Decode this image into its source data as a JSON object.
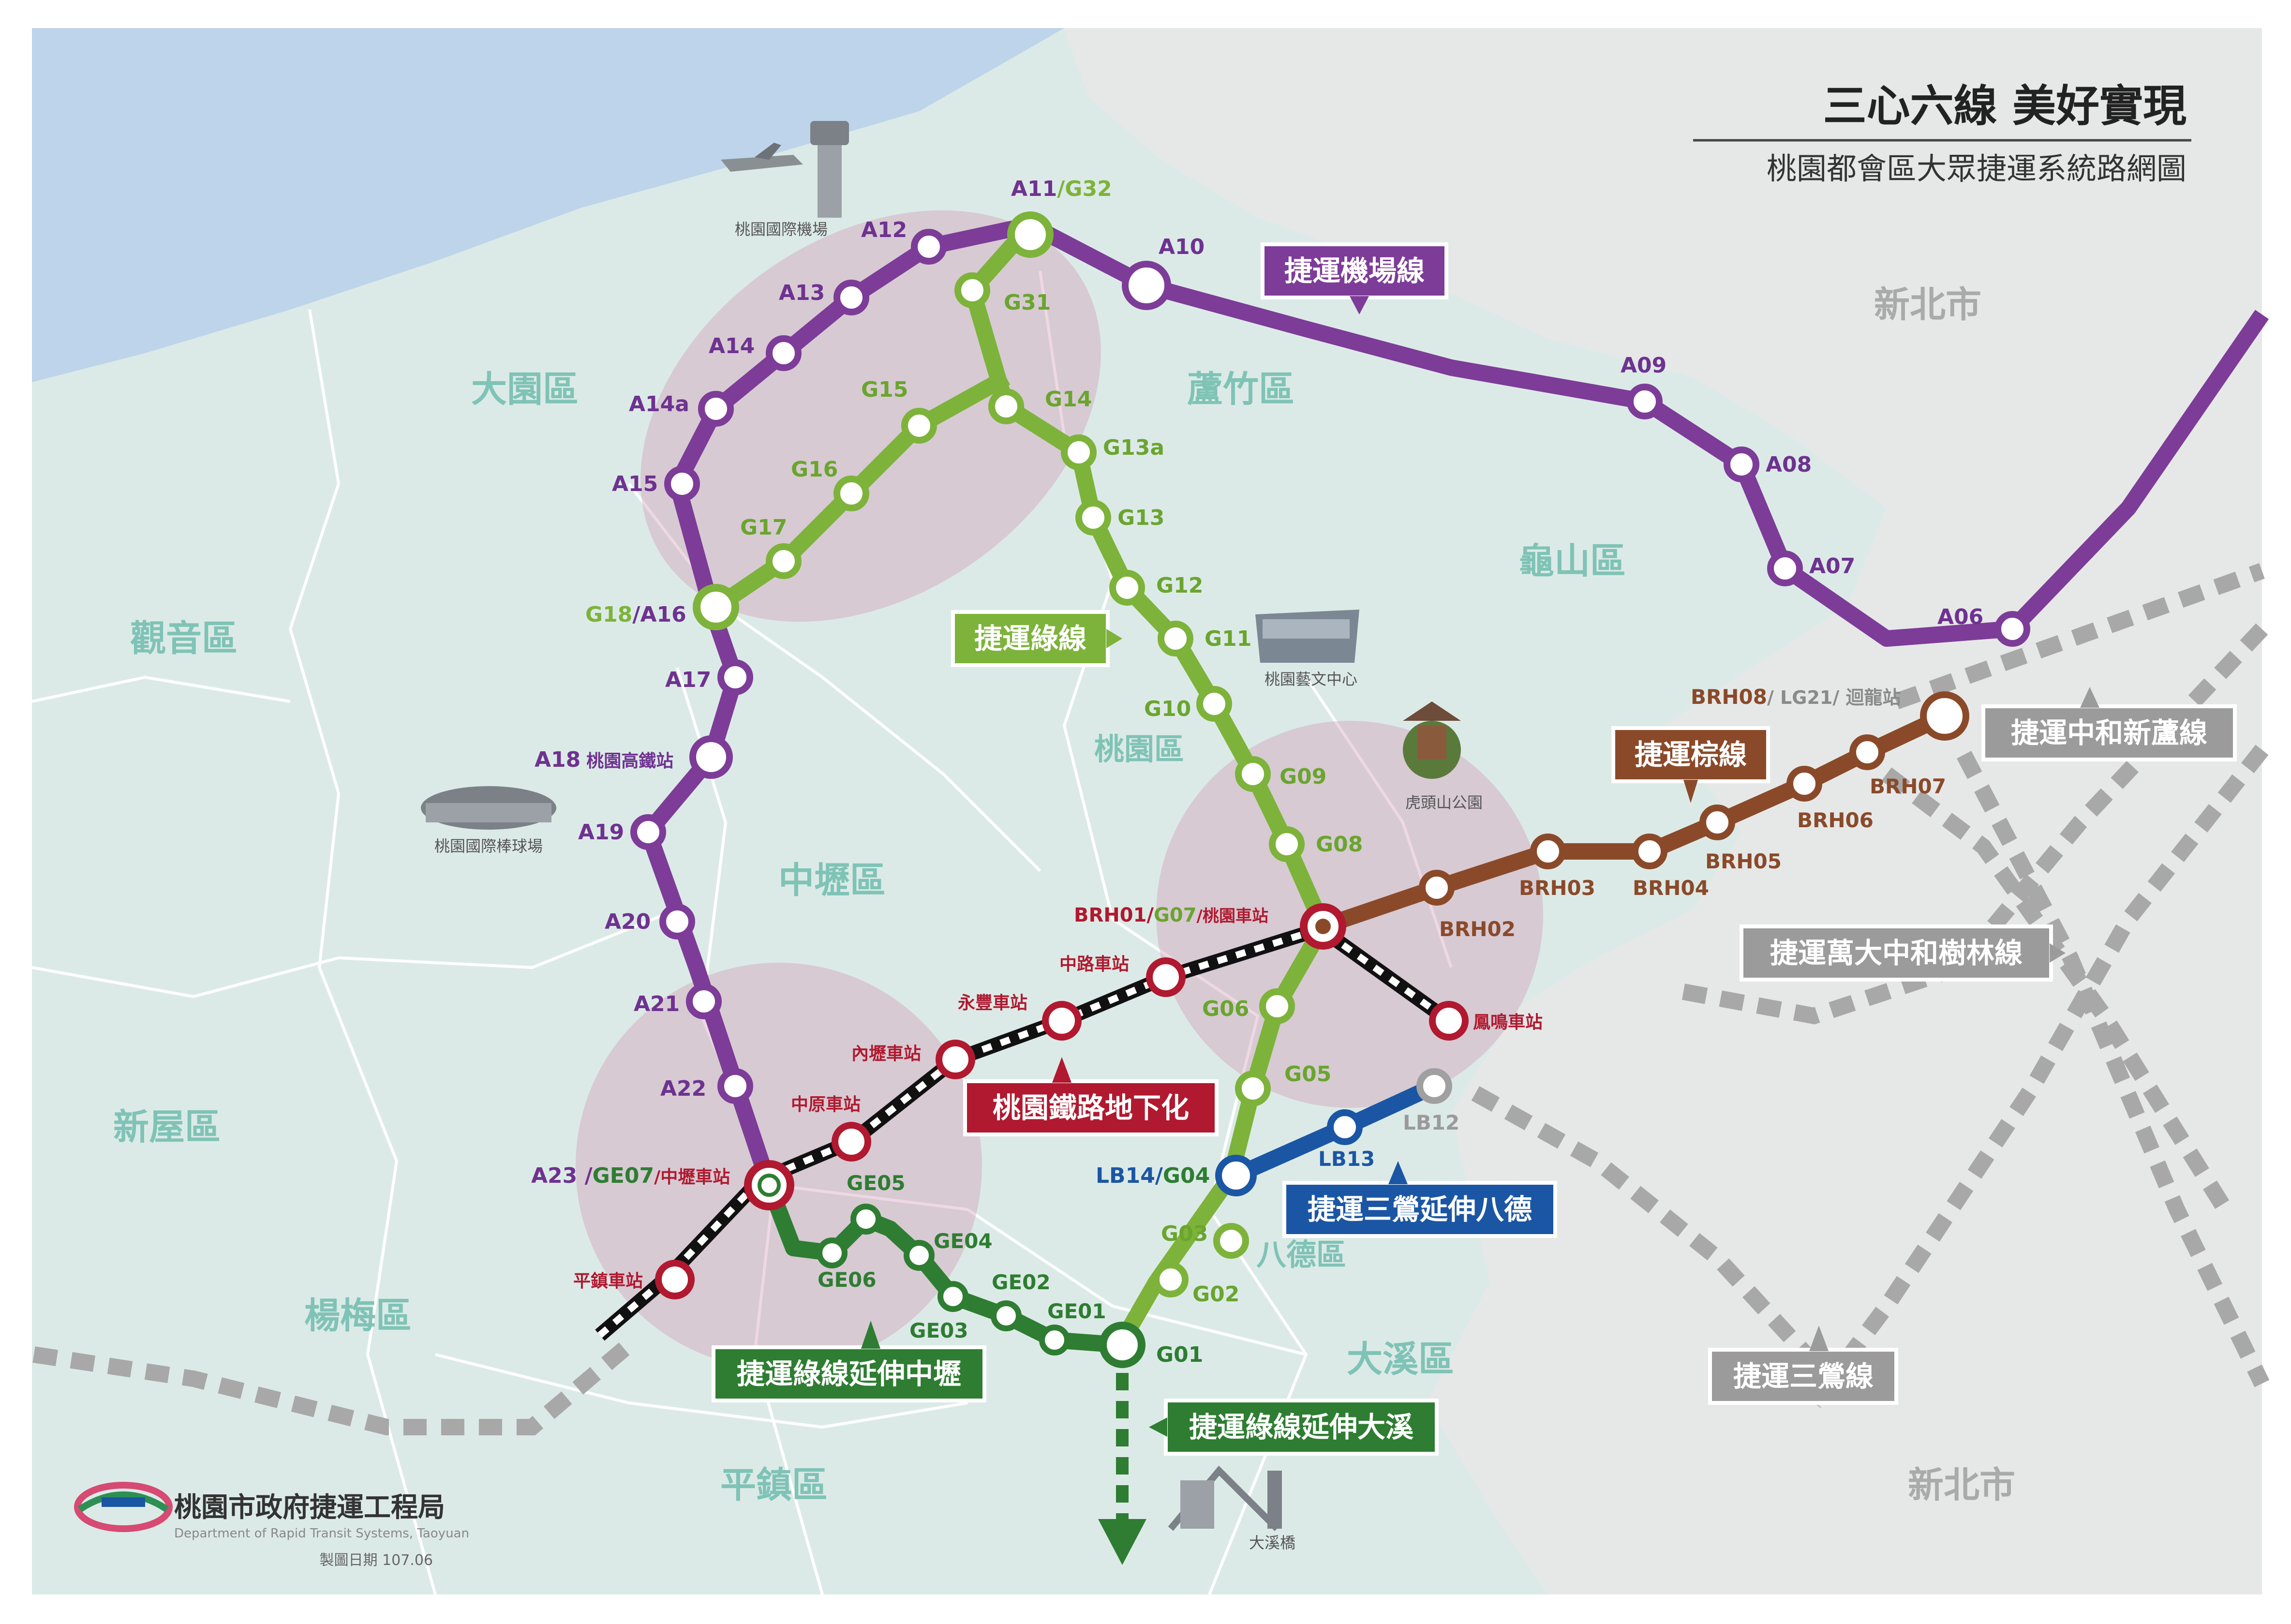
{
  "header": {
    "title": "三心六線 美好實現",
    "subtitle": "桃園都會區大眾捷運系統路網圖"
  },
  "districts": {
    "dayuan": "大園區",
    "luzhu": "蘆竹區",
    "guishan": "龜山區",
    "guanyin": "觀音區",
    "taoyuan": "桃園區",
    "zhongli": "中壢區",
    "xinwu": "新屋區",
    "yangmei": "楊梅區",
    "bade": "八德區",
    "daxi": "大溪區",
    "pingzhen": "平鎮區",
    "newtaipei_n": "新北市",
    "newtaipei_s": "新北市"
  },
  "landmarks": {
    "airport": "桃園國際機場",
    "arts": "桃園藝文中心",
    "stadium": "桃園國際棒球場",
    "hutoushan": "虎頭山公園",
    "daxi_bridge": "大溪橋"
  },
  "lines": {
    "airport": {
      "name": "捷運機場線",
      "color": "#7d3c98"
    },
    "green": {
      "name": "捷運綠線",
      "color": "#7db33a"
    },
    "brown": {
      "name": "捷運棕線",
      "color": "#8a4a2a"
    },
    "zhonghe": {
      "name": "捷運中和新蘆線",
      "color": "#a0a0a0"
    },
    "wanda": {
      "name": "捷運萬大中和樹林線",
      "color": "#a0a0a0"
    },
    "sanying": {
      "name": "捷運三鶯線",
      "color": "#a0a0a0"
    },
    "sanying_ext": {
      "name": "捷運三鶯延伸八德",
      "color": "#1b56a4"
    },
    "green_zhongli": {
      "name": "捷運綠線延伸中壢",
      "color": "#2e7d32"
    },
    "green_daxi": {
      "name": "捷運綠線延伸大溪",
      "color": "#2e7d32"
    },
    "railway": {
      "name": "桃園鐵路地下化",
      "color": "#b0192f"
    }
  },
  "stations": {
    "a06": "A06",
    "a07": "A07",
    "a08": "A08",
    "a09": "A09",
    "a10": "A10",
    "a11_a": "A11",
    "a11_b": "G32",
    "a11_sep": "/",
    "a12": "A12",
    "a13": "A13",
    "a14": "A14",
    "a14a": "A14a",
    "a15": "A15",
    "g18_a": "G18",
    "g18_b": "A16",
    "g18_sep": "/",
    "a17": "A17",
    "a18": "A18",
    "a18_name": "桃園高鐵站",
    "a19": "A19",
    "a20": "A20",
    "a21": "A21",
    "a22": "A22",
    "a23_a": "A23 /",
    "a23_b": "GE07",
    "a23_c": "/中壢車站",
    "g31": "G31",
    "g15": "G15",
    "g16": "G16",
    "g17": "G17",
    "g14": "G14",
    "g13a": "G13a",
    "g13": "G13",
    "g12": "G12",
    "g11": "G11",
    "g10": "G10",
    "g09": "G09",
    "g08": "G08",
    "g07_a": "BRH01/",
    "g07_b": "G07",
    "g07_c": "/桃園車站",
    "g06": "G06",
    "g05": "G05",
    "g04_a": "LB14/",
    "g04_b": "G04",
    "g03": "G03",
    "g02": "G02",
    "g01": "G01",
    "ge05": "GE05",
    "ge04": "GE04",
    "ge06": "GE06",
    "ge02": "GE02",
    "ge01": "GE01",
    "ge03": "GE03",
    "lb13": "LB13",
    "lb12": "LB12",
    "brh02": "BRH02",
    "brh03": "BRH03",
    "brh04": "BRH04",
    "brh05": "BRH05",
    "brh06": "BRH06",
    "brh07": "BRH07",
    "brh08_a": "BRH08",
    "brh08_b": "/ LG21/ 迴龍站",
    "rail_zhonglu": "中路車站",
    "rail_yongfeng": "永豐車站",
    "rail_neili": "內壢車站",
    "rail_zhongyuan": "中原車站",
    "rail_pingzhen": "平鎮車站",
    "rail_fengming": "鳳鳴車站"
  },
  "footer": {
    "agency": "桃園市政府捷運工程局",
    "agency_en": "Department of Rapid Transit Systems, Taoyuan",
    "date": "製圖日期 107.06"
  }
}
